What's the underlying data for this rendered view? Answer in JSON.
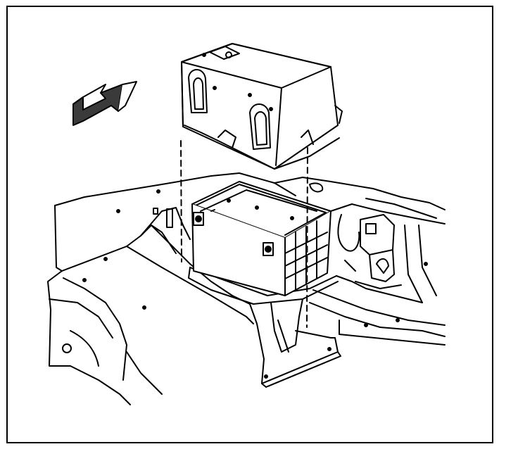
{
  "colors": {
    "ink": "#000000",
    "paper": "#ffffff",
    "arrow_fill": "#3a3a3a"
  },
  "icons": {
    "direction": "forward-arrow-icon"
  },
  "figure": {
    "parts": [
      "battery-cover",
      "battery",
      "battery-tray",
      "front-bulkhead",
      "wheelhouse-panel",
      "fuse-block"
    ]
  }
}
